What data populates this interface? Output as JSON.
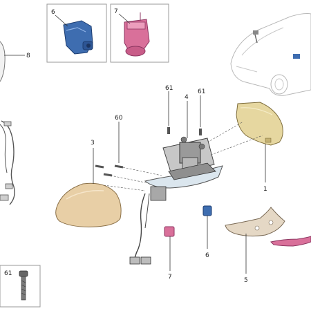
{
  "callouts": {
    "c6_box": "6",
    "c7_box": "7",
    "c8": "8",
    "c61_a": "61",
    "c61_b": "61",
    "c4": "4",
    "c60": "60",
    "c3": "3",
    "c1": "1",
    "c7": "7",
    "c6": "6",
    "c5": "5",
    "c61_box": "61"
  },
  "icons": {
    "mirror_cap": "mirror-cap-icon",
    "mirror_glass": "mirror-glass-icon",
    "mirror_base": "mirror-base-assembly-icon",
    "camera_blue": "camera-blue-icon",
    "camera_pink": "camera-pink-icon",
    "screw": "screw-icon",
    "car": "car-silhouette-icon",
    "wire_harness": "wire-harness-icon"
  },
  "colors": {
    "cap": "#e8cfa6",
    "glass": "#e6d7a0",
    "blue_part": "#3e6db0",
    "pink_part": "#d9709a",
    "trim": "#e5d8c5",
    "line": "#333333"
  }
}
